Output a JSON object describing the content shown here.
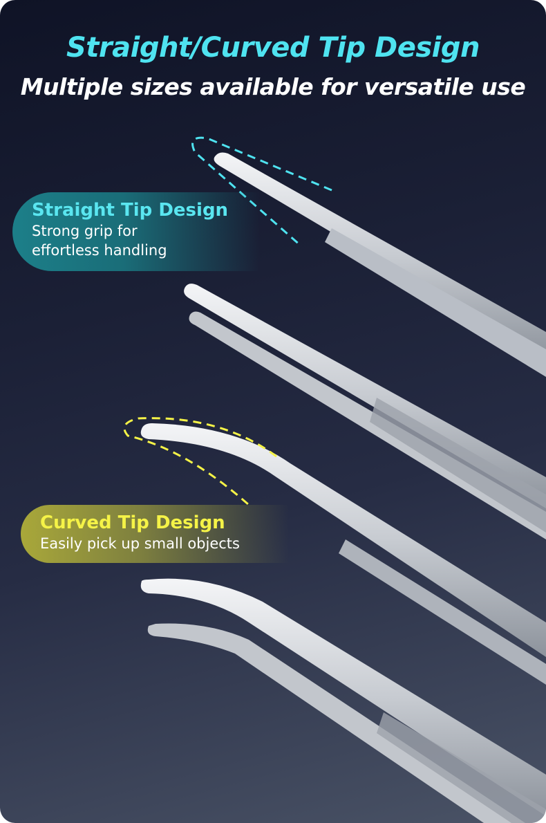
{
  "header": {
    "title": "Straight/Curved Tip Design",
    "subtitle": "Multiple sizes available for versatile use"
  },
  "features": [
    {
      "heading": "Straight Tip Design",
      "line1": "Strong grip for",
      "line2": "effortless handling",
      "color": "#5ae6f0"
    },
    {
      "heading": "Curved Tip Design",
      "line1": "Easily pick up small objects",
      "color": "#f5f347"
    }
  ]
}
